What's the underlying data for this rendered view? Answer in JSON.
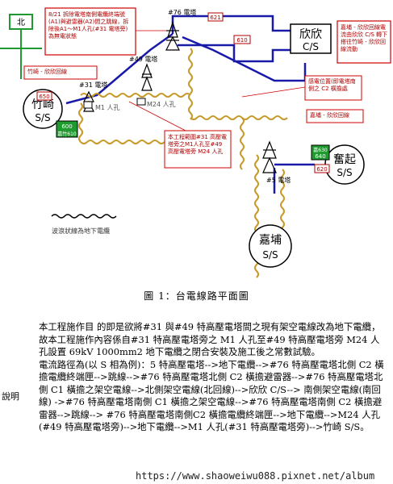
{
  "diagram": {
    "north": "北",
    "stations": {
      "zhuqi": {
        "name": "竹崎",
        "code": "S/S"
      },
      "xinxin": {
        "name": "欣欣",
        "code": "C/S"
      },
      "fenqi": {
        "name": "奮起",
        "code": "S/S"
      },
      "jiabu": {
        "name": "嘉埔",
        "code": "S/S"
      }
    },
    "towers": {
      "t76": "#76 電塔",
      "t49": "#49 電塔",
      "t31": "#31 電塔",
      "t5": "#5 電塔"
    },
    "manholes": {
      "m1": "M1 人孔",
      "m24": "M24 人孔"
    },
    "tags": {
      "t621": "621",
      "t610": "610",
      "t650": "650",
      "t600": "600",
      "t600sub": "嘉竹610",
      "t630": "嘉630",
      "t640": "640",
      "t620": "620"
    },
    "notes": {
      "note1": "8/21 拆除電塔南側電纜終端號(A1)與避雷器(A2)間之跳線，拆除後A1～M1人孔(#31 電塔旁)為無電狀態",
      "note2": "嘉埔 - 欣欣回線電流由欣欣 C/S 轉下搭往竹崎 - 欣欣回線流動",
      "note3": "竹崎 - 欣欣回線",
      "note4": "感電位置(即電塔南側之 C2 橫擔處",
      "note5": "嘉埔 - 欣欣回線",
      "note6": "本工程範圍#31 高壓電塔旁之M1人孔至#49 高壓電塔旁 M24 人孔"
    },
    "legend": "波浪狀線為地下電纜"
  },
  "figure_title": "圖 1：台電線路平面圖",
  "description": {
    "label": "說明",
    "paragraph1": "本工程施作目 的即是欲將#31 與#49 特高壓電塔間之現有架空電線改為地下電纜，故本工程施作內容係自#31 特高壓電塔旁之 M1 人孔至#49 特高壓電塔旁 M24 人孔設置 69kV 1000mm2 地下電纜之閉合安裝及施工後之常數試驗。",
    "paragraph2": "電流路徑為(以 S 相為例)：5 特高壓電塔-->地下電纜-->#76 特高壓電塔北側 C2 橫擔電纜終端匣-->跳線-->#76 特高壓電塔北側 C2 橫擔避雷器-->#76 特高壓電塔北側 C1 橫擔之架空電線-->北側架空電線(北回線)-->欣欣 C/S--> 南側架空電線(南回線) ->#76 特高壓電塔南側 C1 橫擔之架空電線-->#76 特高壓電塔南側 C2 橫擔避雷器-->跳線--> #76 特高壓電塔南側C2 橫擔電纜終端匣-->地下電纜-->M24 人孔(#49 特高壓電塔旁)-->地下電纜-->M1 人孔(#31 特高壓電塔旁)-->竹崎 S/S。"
  },
  "watermark": "https://www.shaoweiwu088.pixnet.net/album",
  "colors": {
    "overhead": "#1a1aa8",
    "cable": "#c79a2b",
    "note_border": "#d00000",
    "tag_green": "#1f9a2e",
    "tag_red": "#b00000"
  }
}
